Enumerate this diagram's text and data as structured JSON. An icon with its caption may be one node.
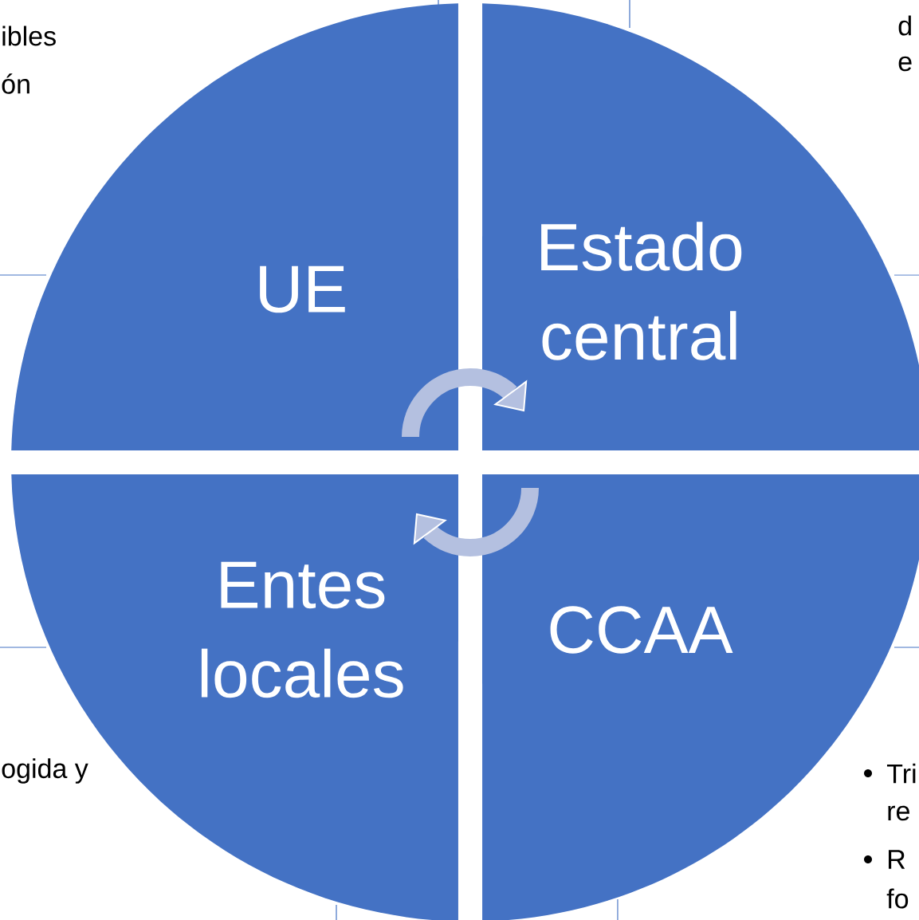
{
  "diagram": {
    "nodes": [
      {
        "text": [
          "UE"
        ]
      },
      {
        "text": [
          "Estado central"
        ]
      },
      {
        "text": [
          "Entes locales"
        ]
      },
      {
        "text": [
          "CCAA"
        ]
      }
    ],
    "edges": [
      {
        "from": 0,
        "to": 1,
        "arrow": "to"
      },
      {
        "from": 3,
        "to": 2,
        "arrow": "to"
      }
    ],
    "labels": [
      "ibles",
      "ón",
      "d",
      "e",
      "ogida y",
      "Tri",
      "re",
      "R",
      "fo"
    ]
  }
}
